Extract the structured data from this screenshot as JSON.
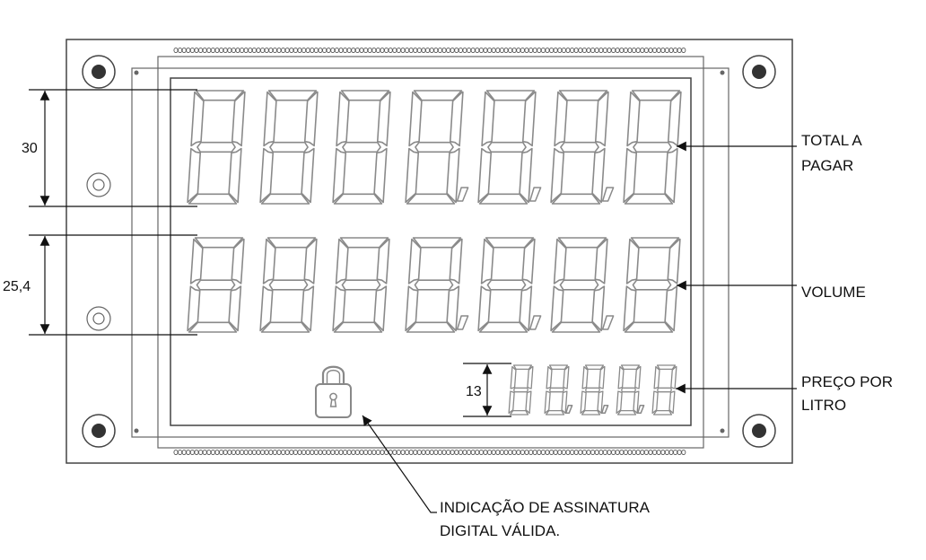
{
  "labels": {
    "total_line1": "TOTAL A",
    "total_line2": "PAGAR",
    "volume": "VOLUME",
    "preco_line1": "PREÇO POR",
    "preco_line2": "LITRO",
    "assinatura_line1": "INDICAÇÃO DE ASSINATURA",
    "assinatura_line2": "DIGITAL VÁLIDA."
  },
  "dimensions": {
    "row1_height": "30",
    "row2_height": "25,4",
    "row3_height": "13"
  },
  "display": {
    "row1": {
      "digits": 7,
      "comma_after": [
        3,
        4,
        5
      ]
    },
    "row2": {
      "digits": 7,
      "comma_after": [
        3,
        4,
        5
      ]
    },
    "row3": {
      "digits": 5,
      "comma_after": [
        1,
        2,
        3
      ]
    }
  },
  "icons": {
    "signature": "padlock-icon"
  },
  "colors": {
    "outline": "#444444",
    "segment": "#8a8a8a",
    "hole": "#333333"
  }
}
